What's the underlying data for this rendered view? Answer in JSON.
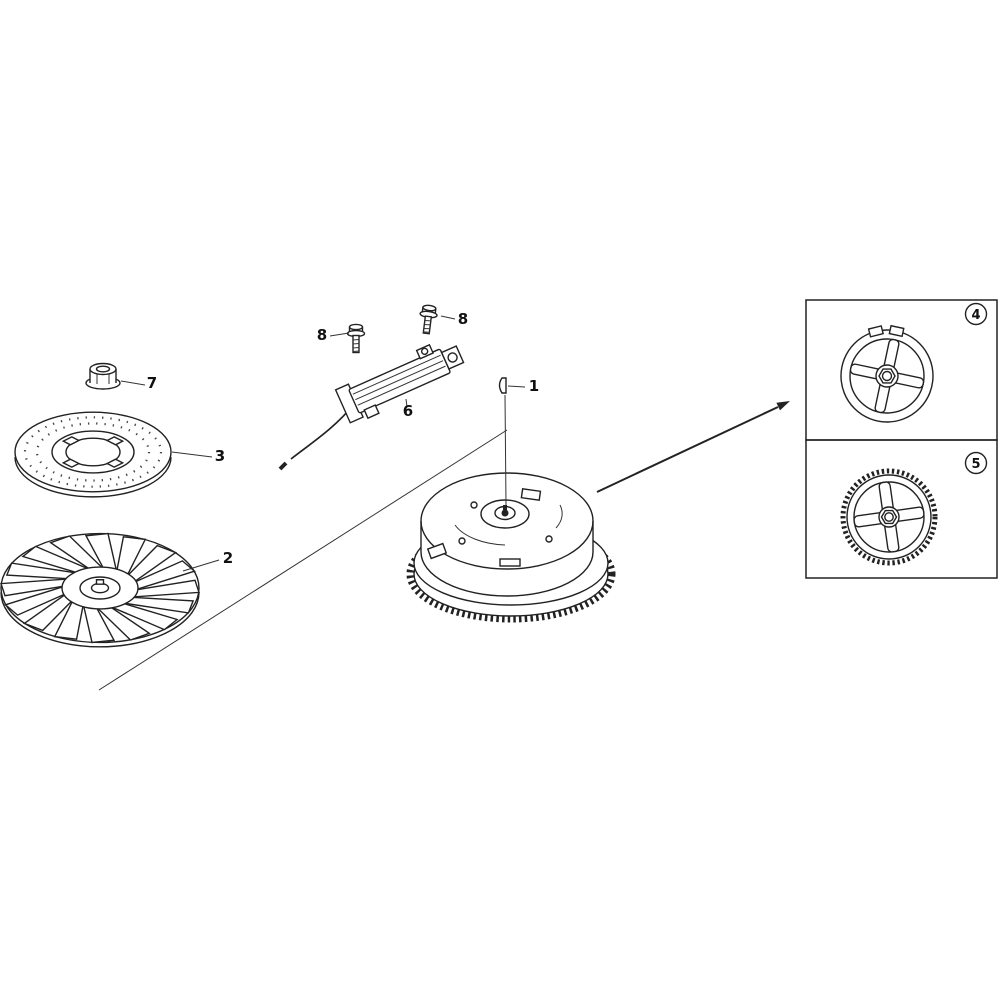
{
  "page": {
    "background": "#ffffff",
    "line_color": "#222222"
  },
  "callouts": {
    "key": "1",
    "fan": "2",
    "starter_plate": "3",
    "inset_pulley": "4",
    "inset_ring_gear": "5",
    "ignition_coil": "6",
    "flange_nut": "7",
    "bolt_upper_left": "8",
    "bolt_upper_right": "8"
  }
}
